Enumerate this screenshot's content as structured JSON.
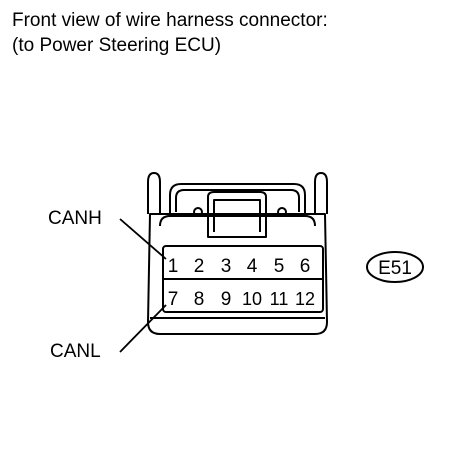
{
  "caption": {
    "line1": "Front view of wire harness connector:",
    "line2": "(to Power Steering ECU)"
  },
  "connector": {
    "code": "E51",
    "pins_top": [
      "1",
      "2",
      "3",
      "4",
      "5",
      "6"
    ],
    "pins_bottom": [
      "7",
      "8",
      "9",
      "10",
      "11",
      "12"
    ]
  },
  "labels": {
    "canh": "CANH",
    "canl": "CANL"
  }
}
